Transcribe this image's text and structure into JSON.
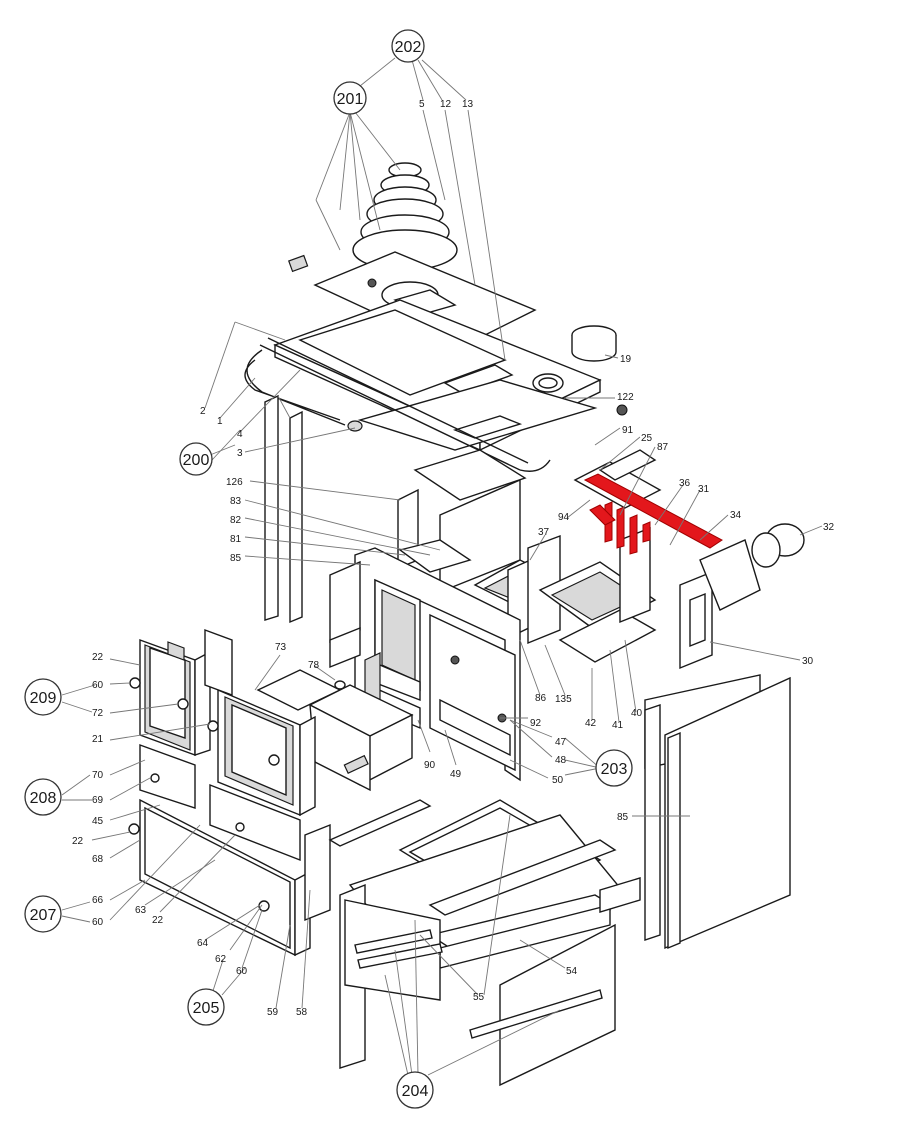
{
  "diagram": {
    "groups": [
      "202",
      "201",
      "200",
      "209",
      "208",
      "207",
      "205",
      "204",
      "203"
    ],
    "parts": [
      "5",
      "12",
      "13",
      "19",
      "122",
      "91",
      "25",
      "87",
      "36",
      "31",
      "34",
      "32",
      "30",
      "37",
      "94",
      "135",
      "86",
      "42",
      "41",
      "40",
      "2",
      "1",
      "4",
      "3",
      "126",
      "83",
      "82",
      "81",
      "85",
      "73",
      "78",
      "90",
      "49",
      "92",
      "47",
      "48",
      "50",
      "22",
      "60",
      "72",
      "21",
      "70",
      "69",
      "45",
      "22",
      "68",
      "66",
      "60",
      "63",
      "22",
      "64",
      "62",
      "60",
      "59",
      "58",
      "85",
      "54",
      "55"
    ],
    "highlight_color": "#e3171c"
  }
}
